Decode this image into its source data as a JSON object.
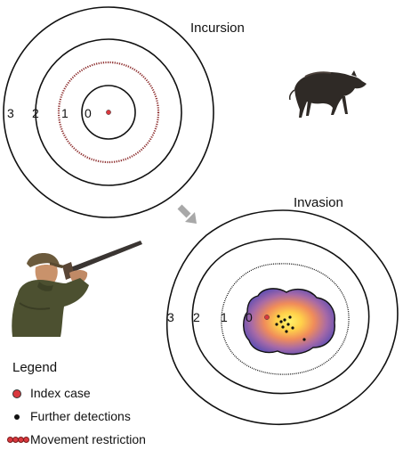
{
  "panels": {
    "incursion": {
      "title": "Incursion",
      "ring_labels": [
        "3",
        "2",
        "1",
        "0"
      ]
    },
    "invasion": {
      "title": "Invasion",
      "ring_labels": [
        "3",
        "2",
        "1",
        "0"
      ]
    }
  },
  "legend": {
    "title": "Legend",
    "items": [
      {
        "label": "Index case",
        "symbol": "red-dot"
      },
      {
        "label": "Further detections",
        "symbol": "black-dot"
      },
      {
        "label": "Movement restriction",
        "symbol": "red-bead-line"
      }
    ]
  },
  "colors": {
    "index_case": "#d9383e",
    "further_detection": "#111111",
    "movement_restriction": "#8b2a2a",
    "density_core": "#ffe15a",
    "density_mid": "#f09a4c",
    "density_outer": "#6b4fb0",
    "arrow": "#a8a8a8"
  },
  "illustrations": {
    "boar": "wild-boar-icon",
    "hunter": "hunter-with-rifle-icon"
  }
}
